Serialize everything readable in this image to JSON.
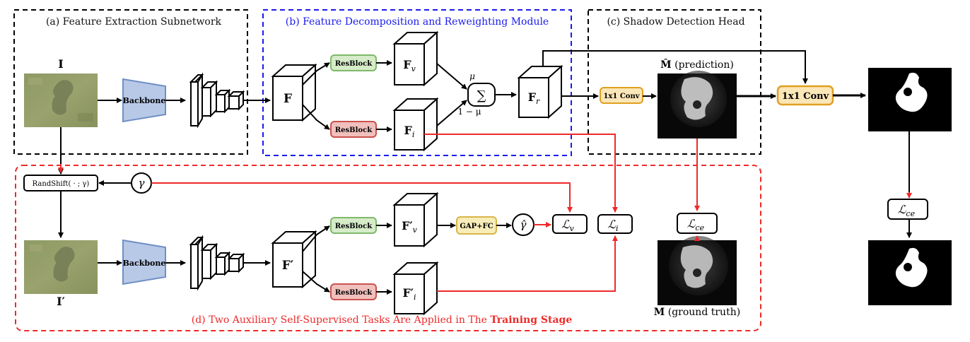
{
  "panels": {
    "a_title": "(a) Feature Extraction Subnetwork",
    "b_title": "(b) Feature Decomposition and Reweighting Module",
    "c_title": "(c) Shadow Detection Head",
    "d_title_prefix": "(d) Two Auxiliary Self-Supervised Tasks Are Applied in The ",
    "d_title_bold": "Training Stage"
  },
  "labels": {
    "input_top": "I",
    "input_bottom": "I′",
    "backbone_top": "Backbone",
    "backbone_bottom": "Backbone",
    "F": "F",
    "F_prime": "F′",
    "Fv": "Fv",
    "Fi": "Fi",
    "Fv_prime": "F′v",
    "Fi_prime": "F′i",
    "Fr": "Fr",
    "resblock": "ResBlock",
    "sum": "∑",
    "mu": "μ",
    "one_minus_mu": "1 − μ",
    "conv_small": "1x1 Conv",
    "conv_large": "1x1 Conv",
    "pred_label": "M̂ (prediction)",
    "gt_label": "M (ground truth)",
    "randshift": "RandShift( · ; γ)",
    "gamma": "γ",
    "gamma_hat": "γ̂",
    "gap_fc": "GAP+FC",
    "loss_v": "ℒv",
    "loss_i": "ℒi",
    "loss_ce_mid": "ℒce",
    "loss_ce_right": "ℒce"
  },
  "colors": {
    "blue_dashed": "#1a1aee",
    "red": "#ee2a2a",
    "resblock_green_fill": "#d6ebc8",
    "resblock_green_stroke": "#7fb96a",
    "resblock_red_fill": "#f1c0bd",
    "resblock_red_stroke": "#c9524c",
    "conv_fill": "#fbe6b8",
    "conv_stroke": "#e0a020",
    "gap_fill": "#f8ecb9",
    "gap_stroke": "#d9b54a",
    "backbone_fill": "#b8c9e8",
    "backbone_stroke": "#6f8fc4"
  }
}
